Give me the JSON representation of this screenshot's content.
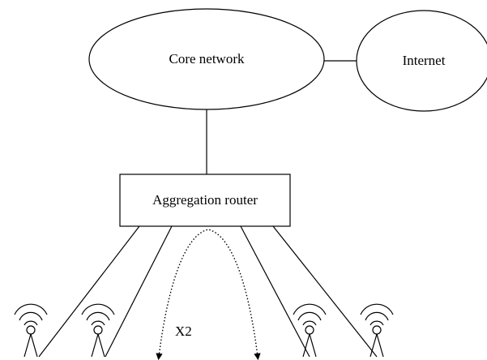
{
  "nodes": {
    "core_network": "Core network",
    "internet": "Internet",
    "aggregation_router": "Aggregation router"
  },
  "links": {
    "x2_label": "X2"
  },
  "base_station_count": 4
}
